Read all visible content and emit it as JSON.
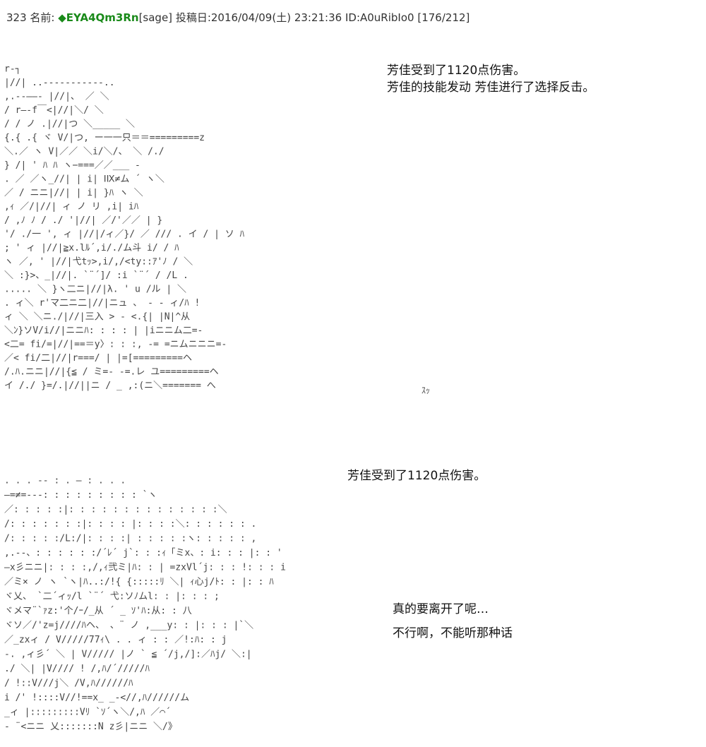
{
  "post": {
    "number": "323",
    "name_label": "名前:",
    "name": "◆EYA4Qm3Rn",
    "mail": "[sage]",
    "date_label": "投稿日:",
    "date": "2016/04/09(土) 23:21:36",
    "id": "ID:A0uRibIo0",
    "count": "[176/212]"
  },
  "panel1": {
    "line1": "芳佳受到了1120点伤害。",
    "line2": "芳佳的技能发动 芳佳进行了选择反击。",
    "sfx": "ｽｯ",
    "art_lines": [
      "                       r‐┐",
      "                       |//|          ..-‐-----‐‐--..",
      "              ,.-‐――- |//|、    ／              ＼",
      "            / r―-f￣<|//|＼/                     ＼",
      "           / /    ノ   .|//|つ ＼_____               ＼",
      "          {.{    .{ ヾ   V/|つ, ー一一只＝＝=========z",
      "          ＼.／     ヽ    V|／／       ＼i/＼/、    ＼ /./",
      "                     }    /|  '         ﾊ  ﾊ   ヽ−===／／___ -",
      " .    ／        ／ヽ_//|               |  i|    ⅠⅨ≠ム   ´ ヽ＼",
      "    ／          / ニニ|//|               |  i|     }ﾊ        ヽ ＼",
      "               ,ｨ   ／/|//|          ィ ノ  リ     ,i| iﾊ",
      " /            ,ﾉ ﾉ  / ./ '|//|      ／/'／／         |  }",
      "'/            ./一 ', ィ  |//|/ィ／}/ ／ /// . イ / |  ソ ﾊ",
      ";              '    ィ    |//|≧x.lﾙ´,i/./ム斗 i/  /    ﾊ",
      "              ヽ ／,   '  |//|弋tｯ>,i/,/<ty::ｱ'ﾉ /      ＼",
      "                ＼  :}>、_|//|. `¨´]/  :i     `¨´ /  /L .",
      " ..... ＼           }ヽ二ニ|//|λ.       '     u   /ル | ＼",
      ".    ィ＼           r'マ二ニ二|//|ニュ 、 - -     ィ/ﾊ    !",
      "ィ      ＼           ＼ニ./|//|三入 > - <.{|  |N|^从",
      "         ＼ﾝ}ソV/i//|ニニﾊ: : : :    |  |iニニム二=-",
      "            <二=  fi/=|//|==＝y〉: : :, -=   =ニムニニニ=-",
      "          ／<  fi/二|//|r===/         |  |=[=========ヘ",
      "            /.ﾊ.ニニ|//|{≦ / ミ=-   -=.レ ユ=========ヘ",
      "     イ       /./   }=/.|//||ニ /   _      ,:(ニ＼=======  へ"
    ]
  },
  "panel2": {
    "line1": "芳佳受到了1120点伤害。",
    "line2": "真的要离开了呢…",
    "line3": "不行啊，不能听那种话",
    "art_lines": [
      "                                   . . . -- : . ― : . . .",
      "                           ―=≠=-‐‐: : : : : : : : : `ヽ",
      "                          ／: : : : :|: : : : : : : : : : : : : :＼",
      "                        /: : : : : : :|: : : : |: : : :＼: : : : : : .",
      "                       /: : : : :/L:/|: : : :| : : : : :ヽ: : : : : ,",
      "                   ,.--、: : : : : :/´ﾚ´ j`: : :ｨ「ミx、: i: : : |: : '",
      "             ―x彡ニニ|: : : :,/,ｨ弐ミ|ﾊ: : | =zxVl´j: : : !: : : i",
      " ／ミ×  ノ      ヽ  `ヽ|ﾊ..:/!{ {:::::ﾘ     ＼|  ｨ心j/ﾄ: : |: : ﾊ",
      "   ヾ乂、           `二´ィｯ/l   `¨´          弋:ソﾉムl: : |: : : ;",
      "       ヾメマ¨`ｧz:'个/ｰ/_从          ´ _         ｿ'ﾊ:从: : 八",
      "        ヾソ／/'z=j////ﾊヘ、   、¨   ノ       ,___у: : |: : : |`＼",
      "        ／_zxィ /     V/////77ｨ\\         . . ィ : : ／!:ﾊ: : j",
      "  -. ,ィ彡´  ＼  |      V///// |ノ ` ≦  ´/j,/]:／ﾊj/   ＼:|",
      " ./           ＼|      |V//// !       /,ﾊ/´/////ﾊ",
      "               /       !::V///j＼      /V,ﾊ//////ﾊ",
      "              i /'       !::::V//!==x_ _-<//,ﾊ//////ム",
      "             _ィ          |:::::::::Vﾘ    `ｿ´ヽ＼/,ﾊ ／⌒´",
      "  -    ¨<ニニ           乂:::::::N   z彡|ニニ     ＼/》"
    ]
  },
  "colors": {
    "name_green": "#1a8a1a",
    "text": "#111111",
    "art": "#444444",
    "background": "#ffffff"
  }
}
